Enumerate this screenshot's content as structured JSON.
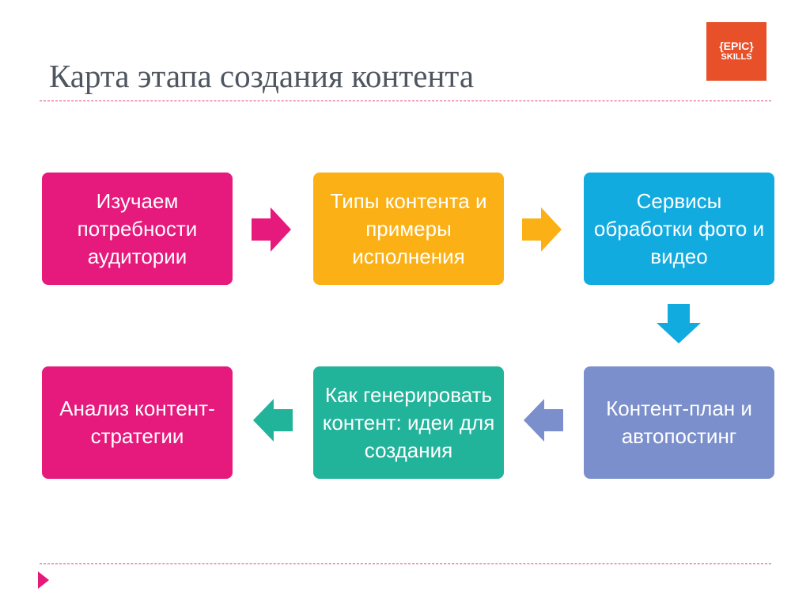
{
  "title": "Карта этапа создания контента",
  "logo": {
    "line1": "{EPIC}",
    "line2": "SKILLS"
  },
  "boxes": [
    {
      "label": "Изучаем потребности аудитории",
      "color": "#e6197c"
    },
    {
      "label": "Типы контента и примеры исполнения",
      "color": "#fbb115"
    },
    {
      "label": "Сервисы обработки фото и видео",
      "color": "#12abe0"
    },
    {
      "label": "Контент-план и автопостинг",
      "color": "#7a8fcb"
    },
    {
      "label": "Как генерировать контент: идеи для создания",
      "color": "#22b39b"
    },
    {
      "label": "Анализ контент-стратегии",
      "color": "#e6197c"
    }
  ]
}
